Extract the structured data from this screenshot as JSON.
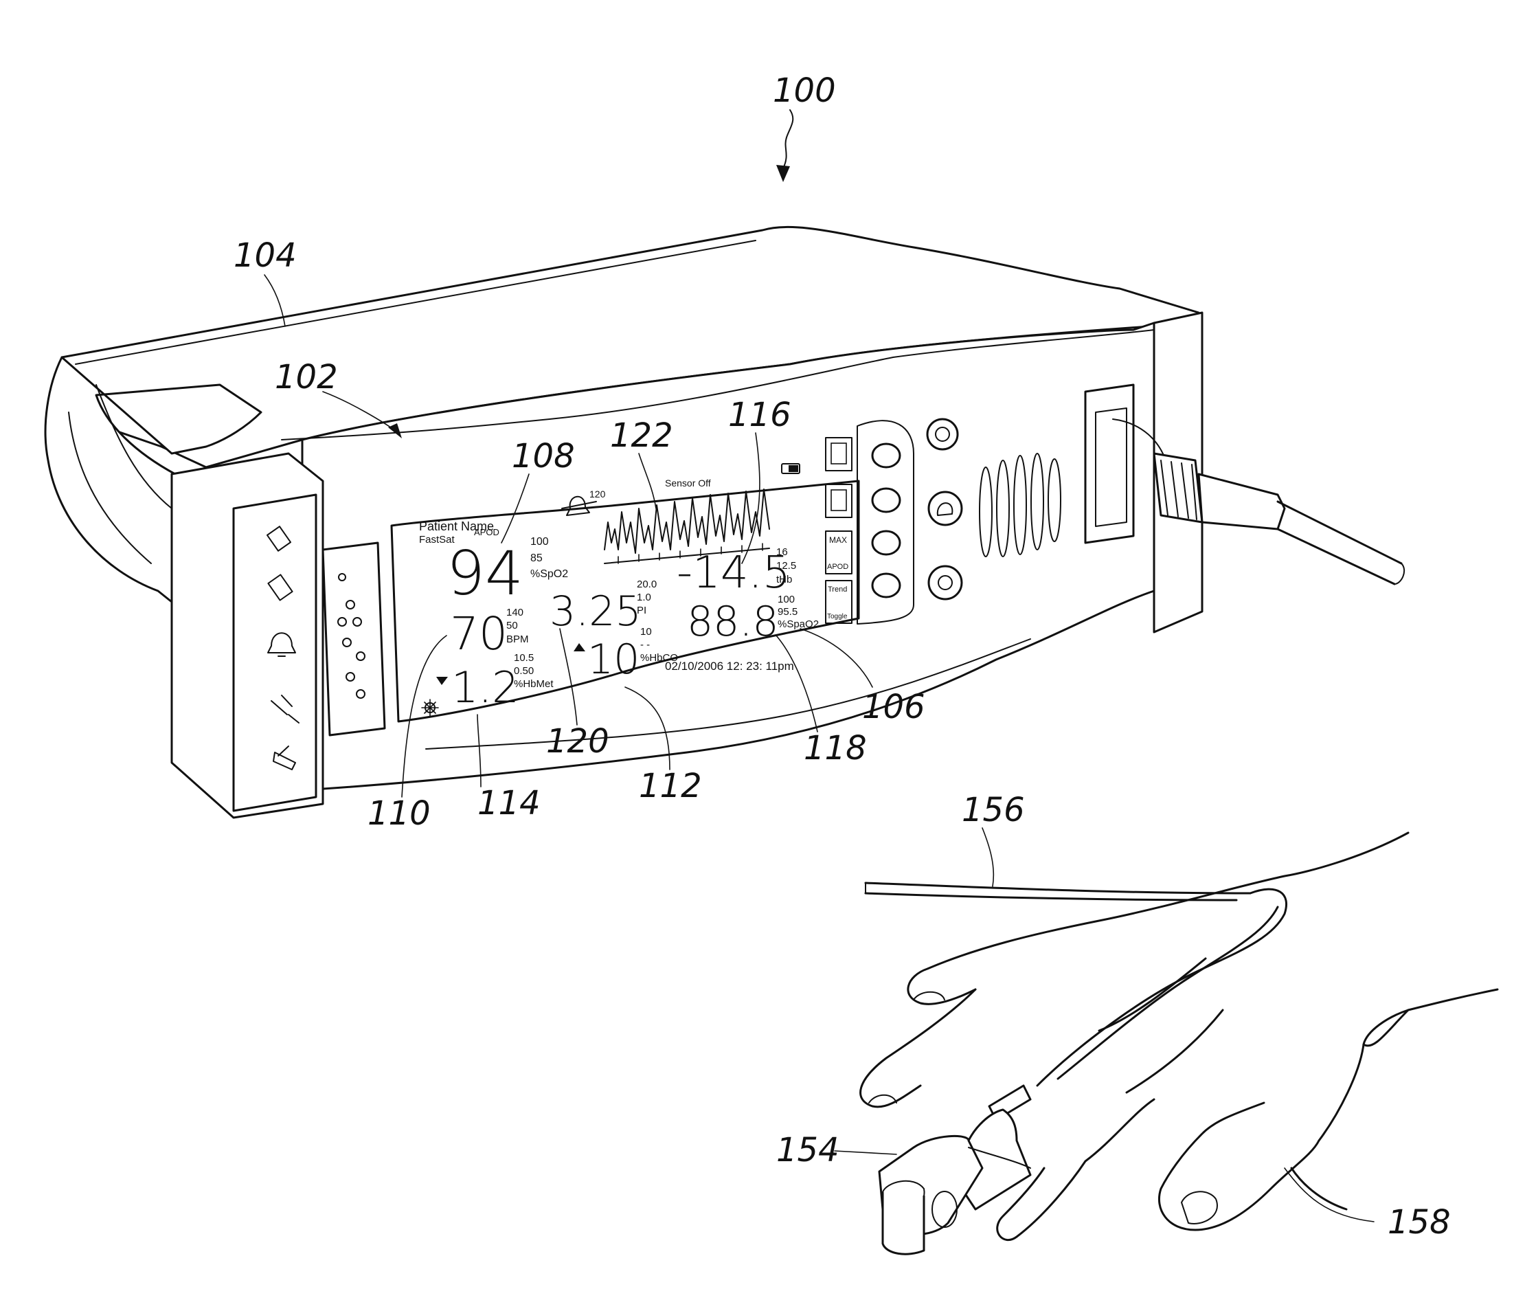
{
  "reference_numerals": {
    "system": "100",
    "monitor_face": "102",
    "monitor_housing": "104",
    "spo2_label": "106",
    "spo2_value": "108",
    "pulse_rate": "110",
    "hbco": "112",
    "hbmet": "114",
    "thb": "116",
    "spoc": "118",
    "pi": "120",
    "waveform": "122",
    "sensor": "154",
    "cable": "156",
    "hand": "158"
  },
  "screen": {
    "patient_name": "Patient Name",
    "mode_fastsat": "FastSat",
    "mode_apod": "APOD",
    "alarm_limit": "120",
    "sensor_status": "Sensor Off",
    "spo2": {
      "value": "94",
      "high": "100",
      "low": "85",
      "unit": "%SpO2"
    },
    "thb": {
      "value": "-14.5",
      "high": "16",
      "low": "12.5",
      "unit": "tHb"
    },
    "pulse": {
      "value": "70",
      "high": "140",
      "low": "50",
      "unit": "BPM"
    },
    "pi": {
      "value": "3.25",
      "high": "20.0",
      "low": "1.0",
      "unit": "PI"
    },
    "spoc": {
      "value": "88.8",
      "high": "100",
      "low": "95.5",
      "unit": "%SpaO2"
    },
    "hbmet": {
      "value": "1.2",
      "high": "10.5",
      "low": "0.50",
      "unit": "%HbMet"
    },
    "hbco": {
      "value": "10",
      "high": "10",
      "low": "- -",
      "unit": "%HbCO"
    },
    "datetime": "02/10/2006 12: 23: 11pm"
  },
  "softkeys": {
    "k3_top": "MAX",
    "k3_bottom": "APOD",
    "k4_top": "Trend",
    "k4_bottom": "Toggle"
  }
}
